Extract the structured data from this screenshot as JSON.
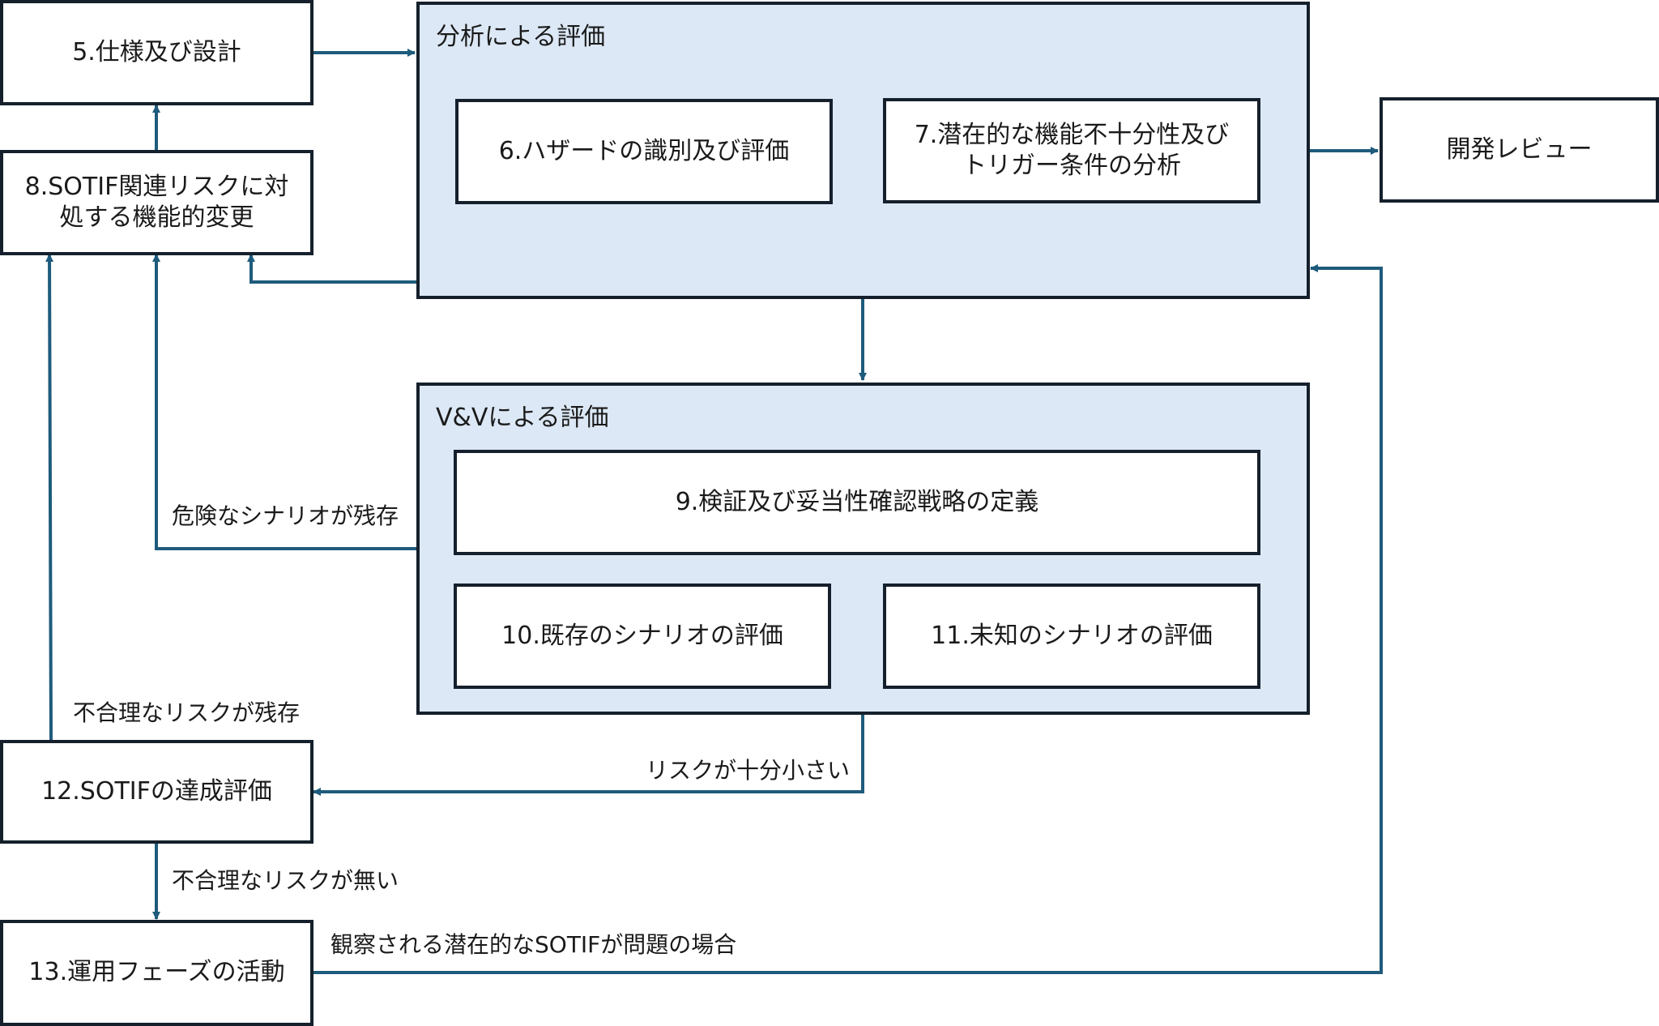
{
  "colors": {
    "connector": "#1e5b7c",
    "group_fill": "#dce8f5",
    "border": "#15202c"
  },
  "nodes": {
    "n5": "5.仕様及び設計",
    "n8": "8.SOTIF関連リスクに対\n処する機能的変更",
    "n12": "12.SOTIFの達成評価",
    "n13": "13.運用フェーズの活動",
    "review": "開発レビュー",
    "n6": "6.ハザードの識別及び評価",
    "n7": "7.潜在的な機能不十分性及び\nトリガー条件の分析",
    "n9": "9.検証及び妥当性確認戦略の定義",
    "n10": "10.既存のシナリオの評価",
    "n11": "11.未知のシナリオの評価"
  },
  "groups": {
    "analysis": "分析による評価",
    "vv": "V&Vによる評価"
  },
  "edge_labels": {
    "hazard_remaining": "危険なシナリオが残存",
    "unreasonable_remaining": "不合理なリスクが残存",
    "risk_small": "リスクが十分小さい",
    "no_unreasonable": "不合理なリスクが無い",
    "field_issue": "観察される潜在的なSOTIFが問題の場合"
  }
}
